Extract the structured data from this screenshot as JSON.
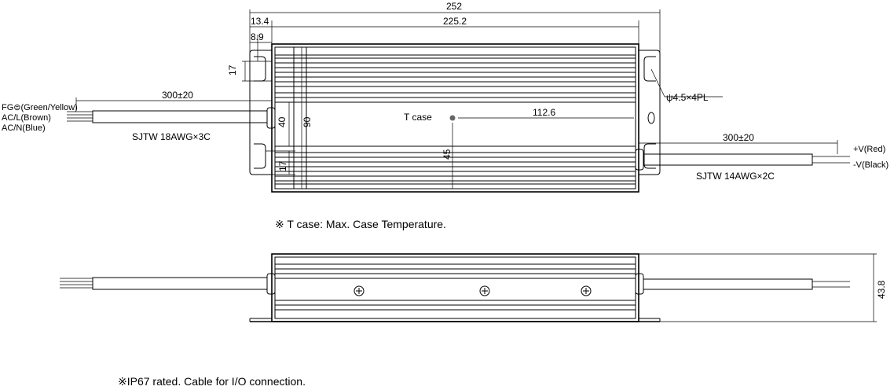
{
  "top_view": {
    "dim_total_length": "252",
    "dim_body_length": "225.2",
    "dim_flange_offset": "13.4",
    "dim_hole_offset": "8.9",
    "dim_hole_from_top": "17",
    "dim_hole_from_bottom": "17",
    "dim_inner_height": "40",
    "dim_height": "90",
    "dim_tcase_x": "112.6",
    "dim_tcase_y": "45",
    "mounting_hole_spec": "ψ4.5×4PL",
    "tcase_label": "T case",
    "input_cable": {
      "length": "300±20",
      "spec": "SJTW 18AWG×3C",
      "wire_fg": "FG⊜(Green/Yellow)",
      "wire_l": "AC/L(Brown)",
      "wire_n": "AC/N(Blue)"
    },
    "output_cable": {
      "length": "300±20",
      "spec": "SJTW 14AWG×2C",
      "wire_pos": "+V(Red)",
      "wire_neg": "-V(Black)"
    }
  },
  "tcase_note": "※ T case: Max. Case Temperature.",
  "side_view": {
    "dim_height": "43.8"
  },
  "ip_note": "※IP67 rated. Cable for I/O connection."
}
